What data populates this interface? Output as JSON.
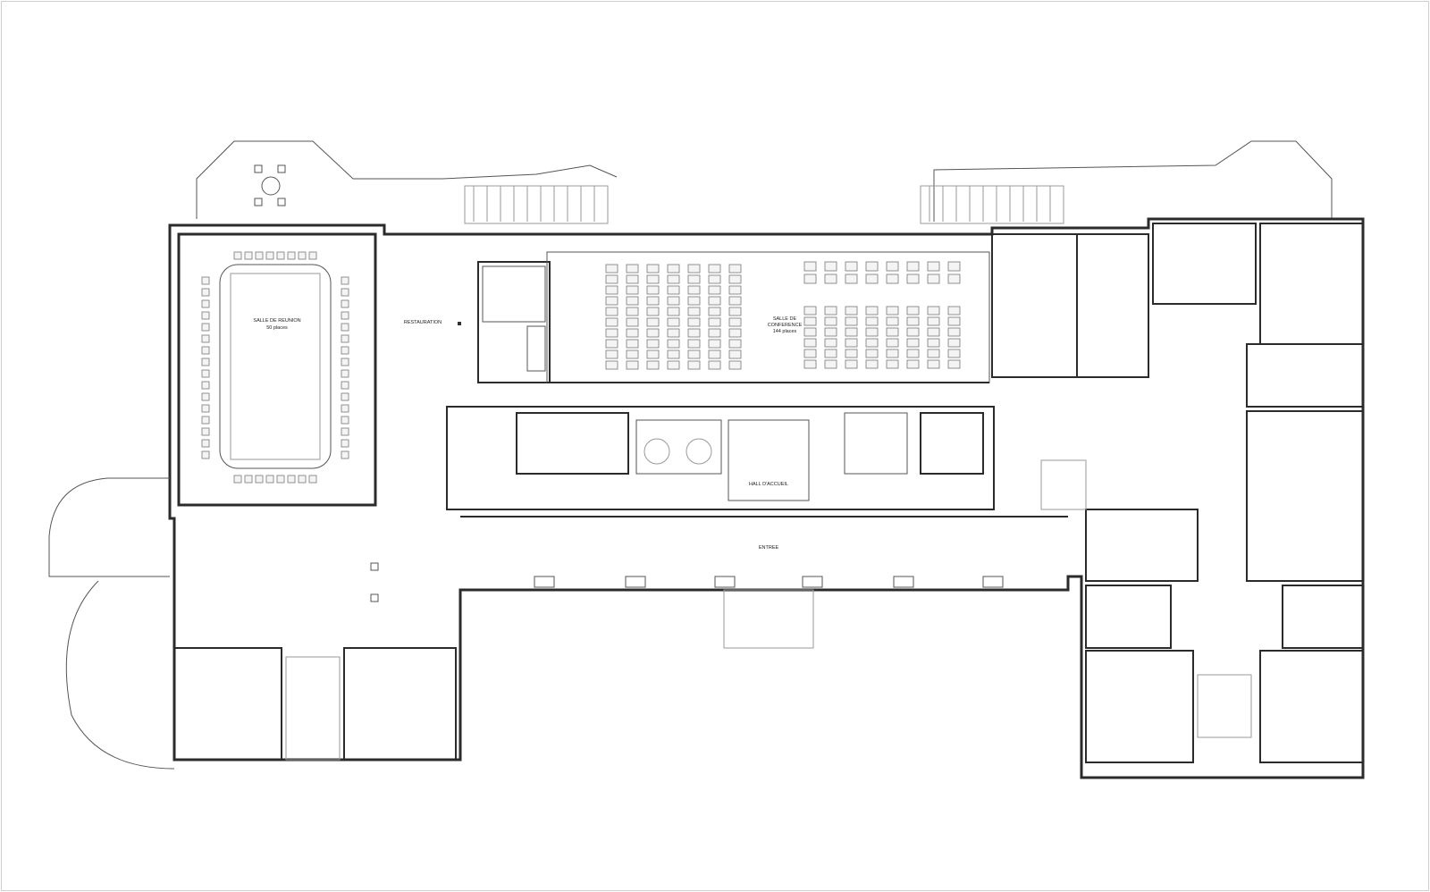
{
  "plan": {
    "rooms": {
      "meeting_room": {
        "name": "SALLE DE REUNION",
        "capacity": "50 places"
      },
      "restaurant": {
        "name": "RESTAURATION"
      },
      "conference_room": {
        "name_line1": "SALLE DE",
        "name_line2": "CONFERENCE",
        "capacity": "144 places"
      },
      "reception_hall": {
        "name": "HALL D'ACCUEIL"
      },
      "entrance": {
        "name": "ENTREE"
      }
    }
  }
}
